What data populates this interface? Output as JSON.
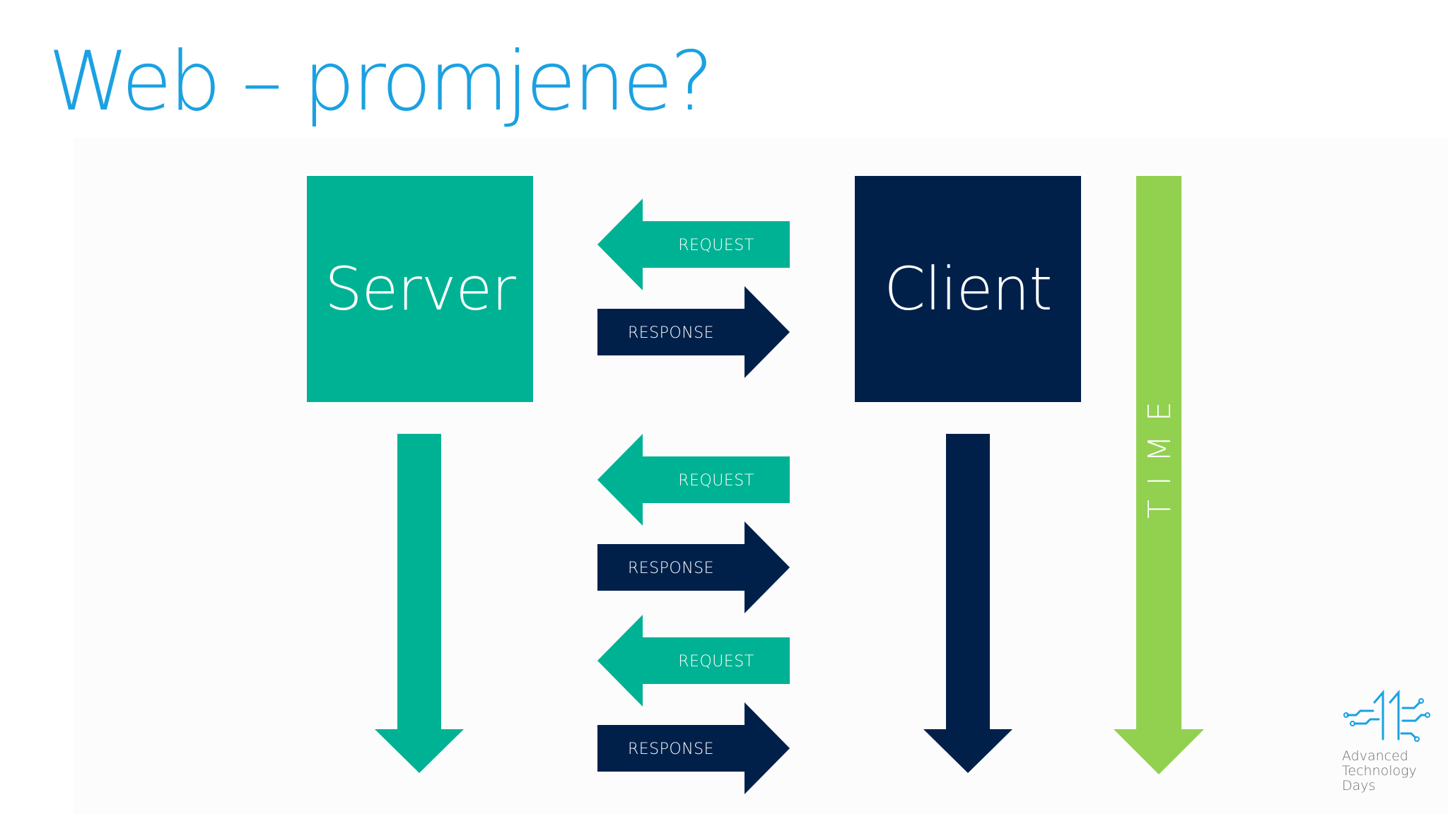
{
  "title": "Web – promjene?",
  "colors": {
    "title": "#1ba1e2",
    "server": "#00b294",
    "client": "#00204a",
    "time": "#92d050",
    "logo_blue": "#1ba1e2",
    "logo_text": "#6e6e6e"
  },
  "server": {
    "label": "Server"
  },
  "client": {
    "label": "Client"
  },
  "time": {
    "label": "TIME"
  },
  "messages": [
    {
      "label": "REQUEST",
      "direction": "left",
      "kind": "request"
    },
    {
      "label": "RESPONSE",
      "direction": "right",
      "kind": "response"
    },
    {
      "label": "REQUEST",
      "direction": "left",
      "kind": "request"
    },
    {
      "label": "RESPONSE",
      "direction": "right",
      "kind": "response"
    },
    {
      "label": "REQUEST",
      "direction": "left",
      "kind": "request"
    },
    {
      "label": "RESPONSE",
      "direction": "right",
      "kind": "response"
    }
  ],
  "logo": {
    "number": "11",
    "lines": [
      "Advanced",
      "Technology",
      "Days"
    ],
    "icon": "circuit-11-icon"
  }
}
